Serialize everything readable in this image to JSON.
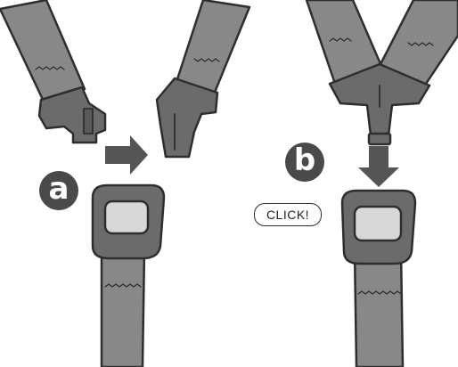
{
  "steps": {
    "a": {
      "label": "a"
    },
    "b": {
      "label": "b",
      "callout": "CLICK!"
    }
  },
  "colors": {
    "strap": "#888888",
    "strap_dark": "#6f6f6f",
    "outline": "#2e2e2e",
    "buckle": "#6b6b6b",
    "buckle_window": "#d8d8d8",
    "arrow": "#555555",
    "badge": "#4a4a4a"
  }
}
